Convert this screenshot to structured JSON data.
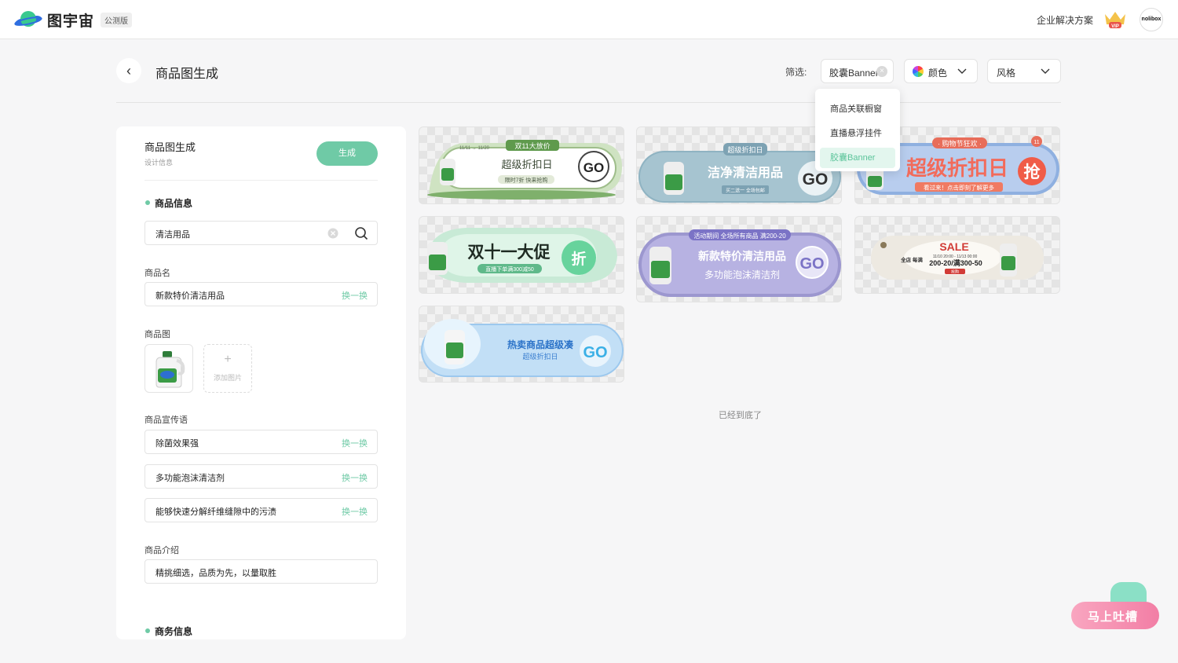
{
  "topbar": {
    "brand": "图宇宙",
    "badge": "公测版",
    "enterprise": "企业解决方案",
    "vip": "VIP",
    "avatar": "nolibox"
  },
  "header": {
    "title": "商品图生成",
    "filter_label": "筛选:",
    "filters": [
      {
        "value": "胶囊Banner",
        "icon": "clear-icon"
      },
      {
        "value": "颜色",
        "icon": "color-wheel-icon"
      },
      {
        "value": "风格",
        "icon": "chevron-down-icon"
      }
    ]
  },
  "dropdown": {
    "items": [
      "商品关联橱窗",
      "直播悬浮挂件",
      "胶囊Banner"
    ],
    "selected": "胶囊Banner"
  },
  "panel": {
    "title": "商品图生成",
    "subtitle": "设计信息",
    "generate": "生成",
    "product_info": "商品信息",
    "search_value": "清洁用品",
    "name_label": "商品名",
    "name_value": "新款特价清洁用品",
    "swap": "换一换",
    "image_label": "商品图",
    "add_image": "添加图片",
    "slogan_label": "商品宣传语",
    "slogans": [
      "除菌效果强",
      "多功能泡沫清洁剂",
      "能够快速分解纤维缝隙中的污渍"
    ],
    "intro_label": "商品介绍",
    "intro_value": "精挑细选，品质为先，以量取胜",
    "business_info": "商务信息"
  },
  "results": {
    "cards": [
      {
        "texts": [
          "双11大放价",
          "11/11 → 11/20",
          "超级折扣日",
          "限时7折 快来抢购",
          "GO"
        ]
      },
      {
        "texts": [
          "超级折扣日",
          "洁净清洁用品",
          "买二送一 全场包邮",
          "GO"
        ]
      },
      {
        "texts": [
          "· 购物节狂欢 ·",
          "超级折扣日",
          "抢",
          "看过来！点击即刻了解更多",
          "11"
        ]
      },
      {
        "texts": [
          "双十一大促",
          "直播下单满300减50",
          "折"
        ]
      },
      {
        "texts": [
          "活动期间 全场所有商品 满200-20",
          "新款特价清洁用品",
          "多功能泡沫清洁剂",
          "GO"
        ]
      },
      {
        "texts": [
          "SALE",
          "全店 每满",
          "11/10 20:00 - 11/13 00:00",
          "200-20/满300-50",
          "抢购"
        ]
      },
      {
        "texts": [
          "热卖商品超级凑",
          "超级折扣日",
          "GO"
        ]
      }
    ],
    "end_text": "已经到底了"
  },
  "feedback": {
    "label": "马上吐槽"
  },
  "colors": {
    "accent": "#6fcaa6",
    "accent_light": "#e3f6ee",
    "feedback": "#f27ea5"
  }
}
